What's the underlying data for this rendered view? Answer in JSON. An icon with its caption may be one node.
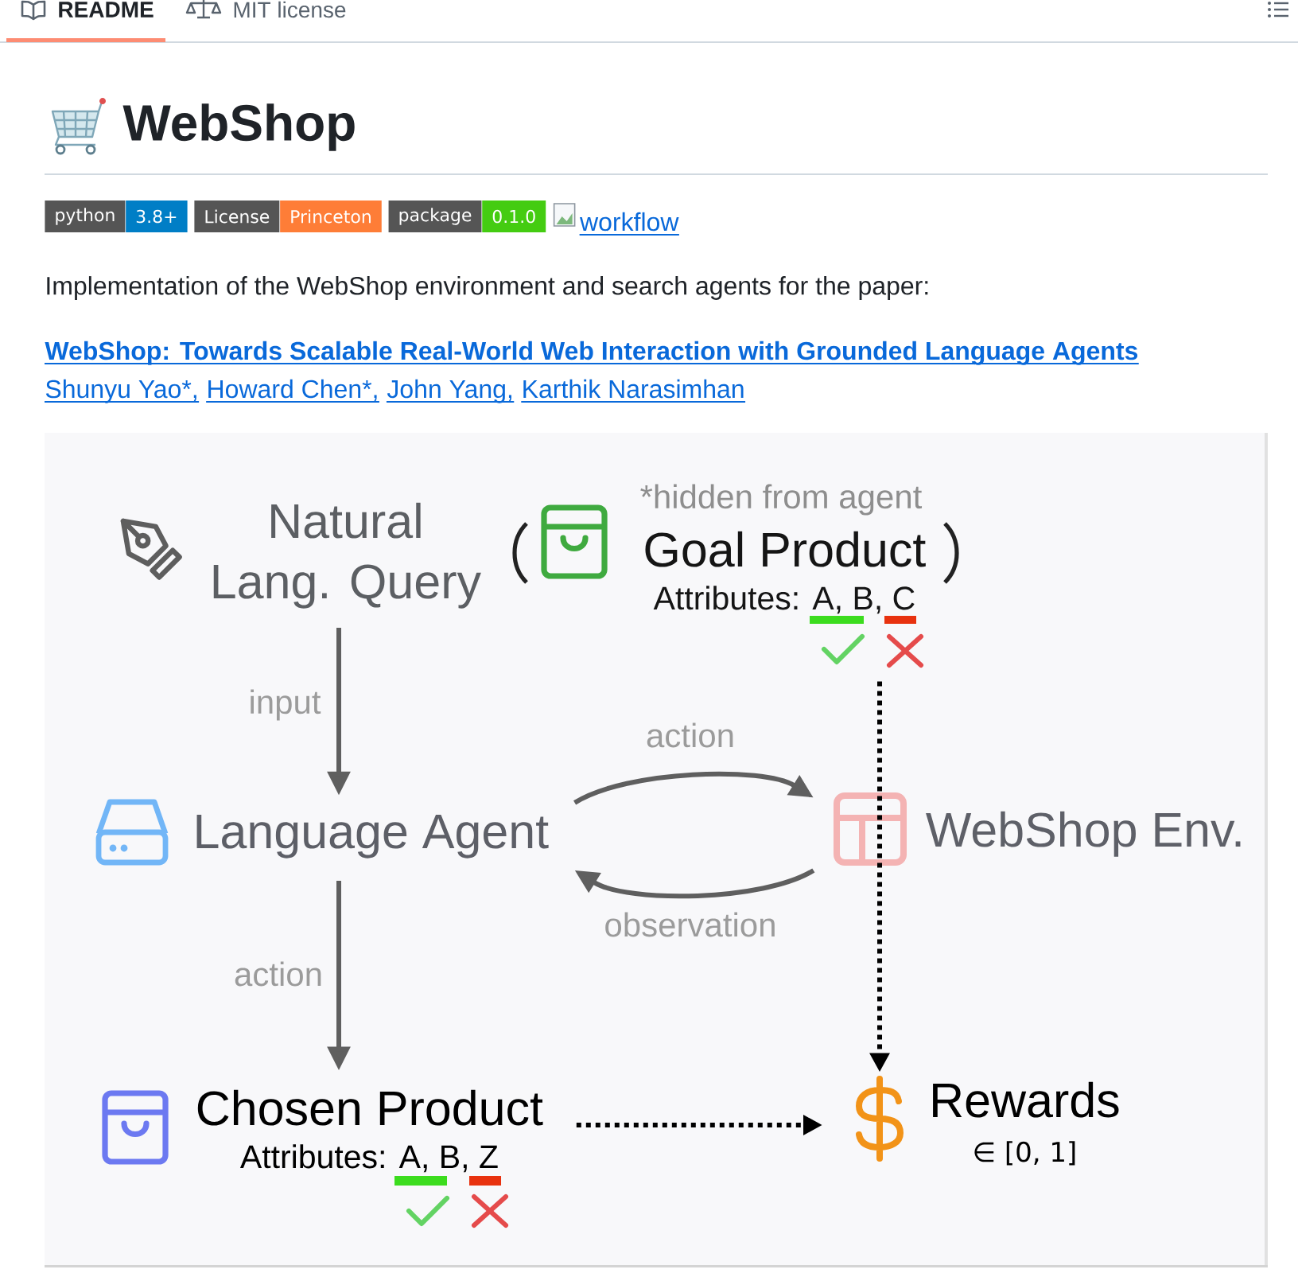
{
  "diagram": {
    "title": "WebShop",
    "nodes": [
      {
        "text": [
          "Natural Lang. Query"
        ]
      },
      {
        "text": [
          "Goal Product",
          "Attributes: A, B, C"
        ],
        "beside": [
          "*hidden from agent"
        ]
      },
      {
        "text": [
          "Language Agent"
        ]
      },
      {
        "text": [
          "WebShop Env."
        ]
      },
      {
        "text": [
          "Chosen Product",
          "Attributes: A, B, Z"
        ]
      },
      {
        "text": [
          "Rewards",
          "∈ [0, 1]"
        ]
      }
    ],
    "edges": [
      {
        "from": 0,
        "to": 2,
        "arrow": "to",
        "label": "input"
      },
      {
        "from": 2,
        "to": 3,
        "arrow": "to",
        "label": "action"
      },
      {
        "from": 3,
        "to": 2,
        "arrow": "to",
        "label": "observation"
      },
      {
        "from": 2,
        "to": 4,
        "arrow": "to",
        "label": "action"
      },
      {
        "from": 1,
        "to": 5,
        "arrow": "to",
        "style": "dashed",
        "color": "#000000"
      },
      {
        "from": 4,
        "to": 5,
        "arrow": "to",
        "style": "dashed",
        "color": "#000000"
      }
    ],
    "labels": [
      "README",
      "MIT license",
      "python",
      "3.8+",
      "License",
      "Princeton",
      "package",
      "0.1.0",
      "workflow",
      "Implementation of the WebShop environment and search agents for the paper:",
      "WebShop: Towards Scalable Real-World Web Interaction with Grounded Language Agents",
      "Shunyu Yao*,",
      "Howard Chen*,",
      "John Yang,",
      "Karthik Narasimhan"
    ]
  }
}
